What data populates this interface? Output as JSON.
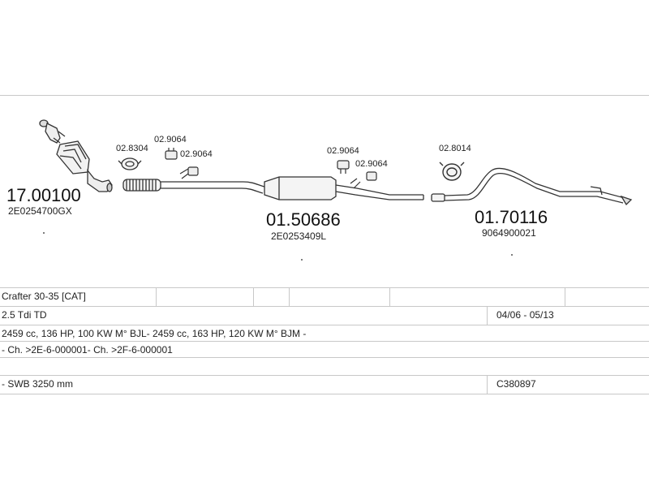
{
  "parts": {
    "catalyst": {
      "number": "17.00100",
      "oem": "2E0254700GX"
    },
    "middle_silencer": {
      "number": "01.50686",
      "oem": "2E0253409L"
    },
    "rear_silencer": {
      "number": "01.70116",
      "oem": "9064900021"
    }
  },
  "accessories": {
    "clamp_a": "02.8304",
    "rubber_a": "02.9064",
    "rubber_b": "02.9064",
    "rubber_c": "02.9064",
    "rubber_d": "02.9064",
    "clamp_b": "02.8014"
  },
  "vehicle": {
    "model": "Crafter 30-35  [CAT]",
    "engine": "2.5 Tdi TD",
    "years": "04/06 - 05/13",
    "specs": "2459 cc, 136 HP, 100 KW M° BJL- 2459 cc, 163 HP, 120 KW M° BJM -",
    "chassis": "- Ch. >2E-6-000001- Ch. >2F-6-000001",
    "wheelbase": "- SWB 3250 mm",
    "code": "C380897"
  }
}
